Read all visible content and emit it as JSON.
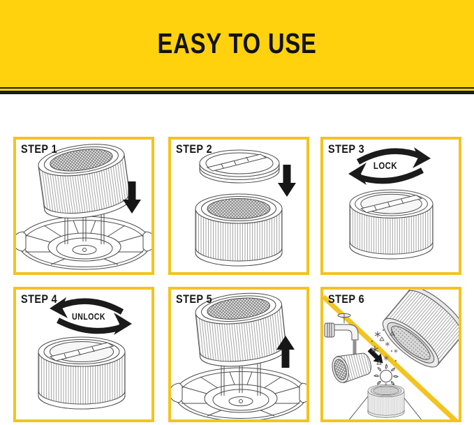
{
  "header": {
    "title": "EASY TO USE"
  },
  "steps": [
    {
      "label": "STEP 1",
      "illustration": "filter-lowered-onto-float-cage",
      "arrow": "down-arrow-icon"
    },
    {
      "label": "STEP 2",
      "illustration": "retainer-cap-lowered-onto-filter",
      "arrow": "down-arrow-icon"
    },
    {
      "label": "STEP 3",
      "illustration": "twist-filter-to-lock",
      "arrow": "rotate-clockwise-arrows-icon",
      "annotation": "LOCK"
    },
    {
      "label": "STEP 4",
      "illustration": "twist-filter-to-unlock",
      "arrow": "rotate-counterclockwise-arrows-icon",
      "annotation": "UNLOCK"
    },
    {
      "label": "STEP 5",
      "illustration": "filter-lifted-off-float-cage",
      "arrow": "up-arrow-icon"
    },
    {
      "label": "STEP 6",
      "illustration": "rinse-shake-and-sun-dry-filter"
    }
  ],
  "colors": {
    "header_yellow": "#FFD20D",
    "panel_border_gold": "#F2C41F",
    "ink_black": "#161616",
    "line_art_gray": "#4B4B4B"
  }
}
